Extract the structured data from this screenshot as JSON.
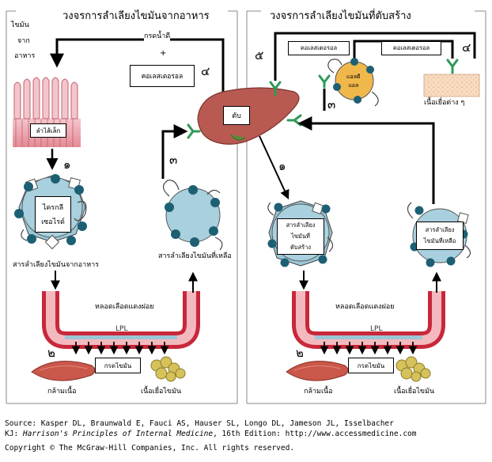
{
  "left_panel": {
    "title": "วงจรการลำเลียงไขมันจากอาหาร",
    "dietary_fat": [
      "ไขมัน",
      "จาก",
      "อาหาร"
    ],
    "bile_acids": "กรดน้ำดี",
    "plus": "+",
    "cholesterol": "คอเลสเตอรอล",
    "intestine": "ลำไส้เล็ก",
    "chylomicron": [
      "ไครกลี",
      "เซอไรด์"
    ],
    "chylomicron_caption": "สารลำเลียงไขมันจากอาหาร",
    "remnant_caption": "สารลำเลียงไขมันที่เหลือ",
    "capillary": "หลอดเลือดแดงฝอย",
    "lpl": "LPL",
    "fatty_acid": "กรดไขมัน",
    "muscle": "กล้ามเนื้อ",
    "adipose": "เนื้อเยื่อไขมัน"
  },
  "right_panel": {
    "title": "วงจรการลำเลียงไขมันที่ตับสร้าง",
    "cholesterol_1": "คอเลสเตอรอล",
    "cholesterol_2": "คอเลสเตอรอล",
    "ldl": [
      "แอลดี",
      "แอล"
    ],
    "peripheral_tissue": "เนื้อเยื่อต่าง ๆ",
    "liver": "ตับ",
    "vldl": [
      "สารลำเลียง",
      "ไขมันที่",
      "ตับสร้าง"
    ],
    "idl": [
      "สารลำเลียง",
      "ไขมันที่เหลือ"
    ],
    "capillary": "หลอดเลือดแดงฝอย",
    "lpl": "LPL",
    "fatty_acid": "กรดไขมัน",
    "muscle": "กล้ามเนื้อ",
    "adipose": "เนื้อเยื่อไขมัน"
  },
  "step_numbers": {
    "left_1": "๑",
    "left_2": "๒",
    "left_3": "๓",
    "left_4": "๔",
    "right_1": "๑",
    "right_2": "๒",
    "right_3": "๓",
    "right_4": "๔",
    "right_5": "๕"
  },
  "credits": {
    "line1": "Source: Kasper DL, Braunwald E, Fauci AS, Hauser SL, Longo DL, Jameson JL, Isselbacher",
    "line2_prefix": "KJ: ",
    "line2_title": "Harrison's Principles of Internal Medicine",
    "line2_suffix": ", 16th Edition: http://www.accessmedicine.com",
    "line3": "Copyright © The McGraw-Hill Companies, Inc. All rights reserved."
  },
  "colors": {
    "lipoprotein_fill": "#9cc6d6",
    "apoprotein_dot": "#1d5f73",
    "receptor": "#2e9a58",
    "liver": "#b85a52",
    "vessel_outer": "#c8283a",
    "vessel_inner": "#f4b9bf",
    "ldl_core": "#f0b84a",
    "muscle": "#c9574a",
    "adipose": "#d6c25a"
  }
}
